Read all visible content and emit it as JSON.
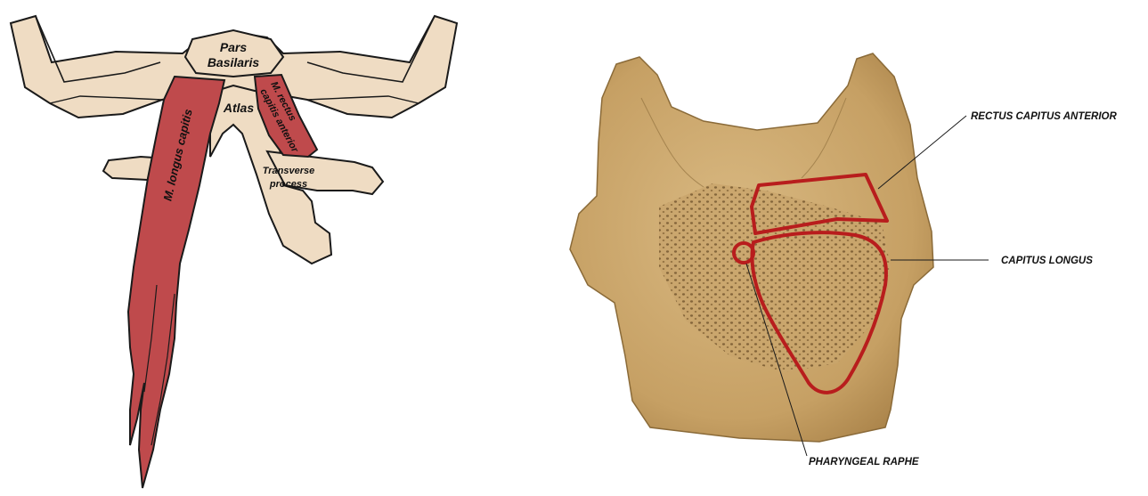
{
  "left_diagram": {
    "pars_basilaris": [
      "Pars",
      "Basilaris"
    ],
    "atlas": "Atlas",
    "rectus": [
      "M. rectus",
      "capitis anterior"
    ],
    "longus": "M. longus capitis",
    "transverse": [
      "Transverse",
      "process"
    ]
  },
  "right_diagram": {
    "rectus_callout": "RECTUS CAPITUS ANTERIOR",
    "longus_callout": "CAPITUS LONGUS",
    "raphe_callout": "PHARYNGEAL RAPHE"
  },
  "colors": {
    "bone_fill": "#efdcc3",
    "muscle_fill": "#bf4a4c",
    "outline": "#1a1a1a",
    "vertebra_fill": "#c9a56c",
    "attachment_outline": "#b81d1d"
  }
}
